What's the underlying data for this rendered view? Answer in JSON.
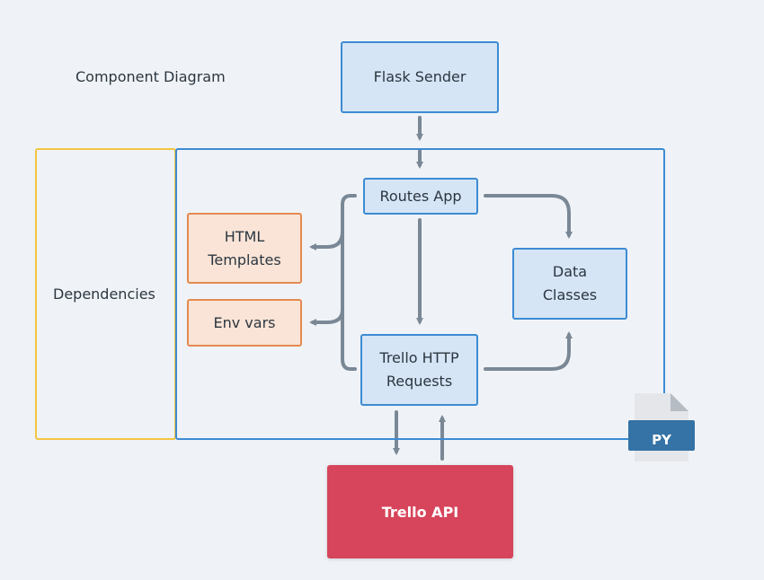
{
  "diagram": {
    "title": "Component Diagram",
    "dependencies_label": "Dependencies",
    "nodes": {
      "flask_sender": "Flask Sender",
      "routes_app": "Routes App",
      "html_templates": "HTML\nTemplates",
      "env_vars": "Env vars",
      "trello_http": "Trello HTTP\nRequests",
      "data_classes": "Data\nClasses",
      "trello_api": "Trello API"
    },
    "file_badge": "PY"
  },
  "colors": {
    "background": "#eff3f7",
    "blue_fill": "#d5e5f5",
    "blue_border": "#3d8bd3",
    "orange_fill": "#f9e4d7",
    "orange_border": "#e5894f",
    "dependencies_border": "#f5c542",
    "api_fill": "#d6455b",
    "arrow": "#7a8896",
    "py_badge": "#3572a5"
  },
  "icons": [
    "python-file-icon"
  ]
}
